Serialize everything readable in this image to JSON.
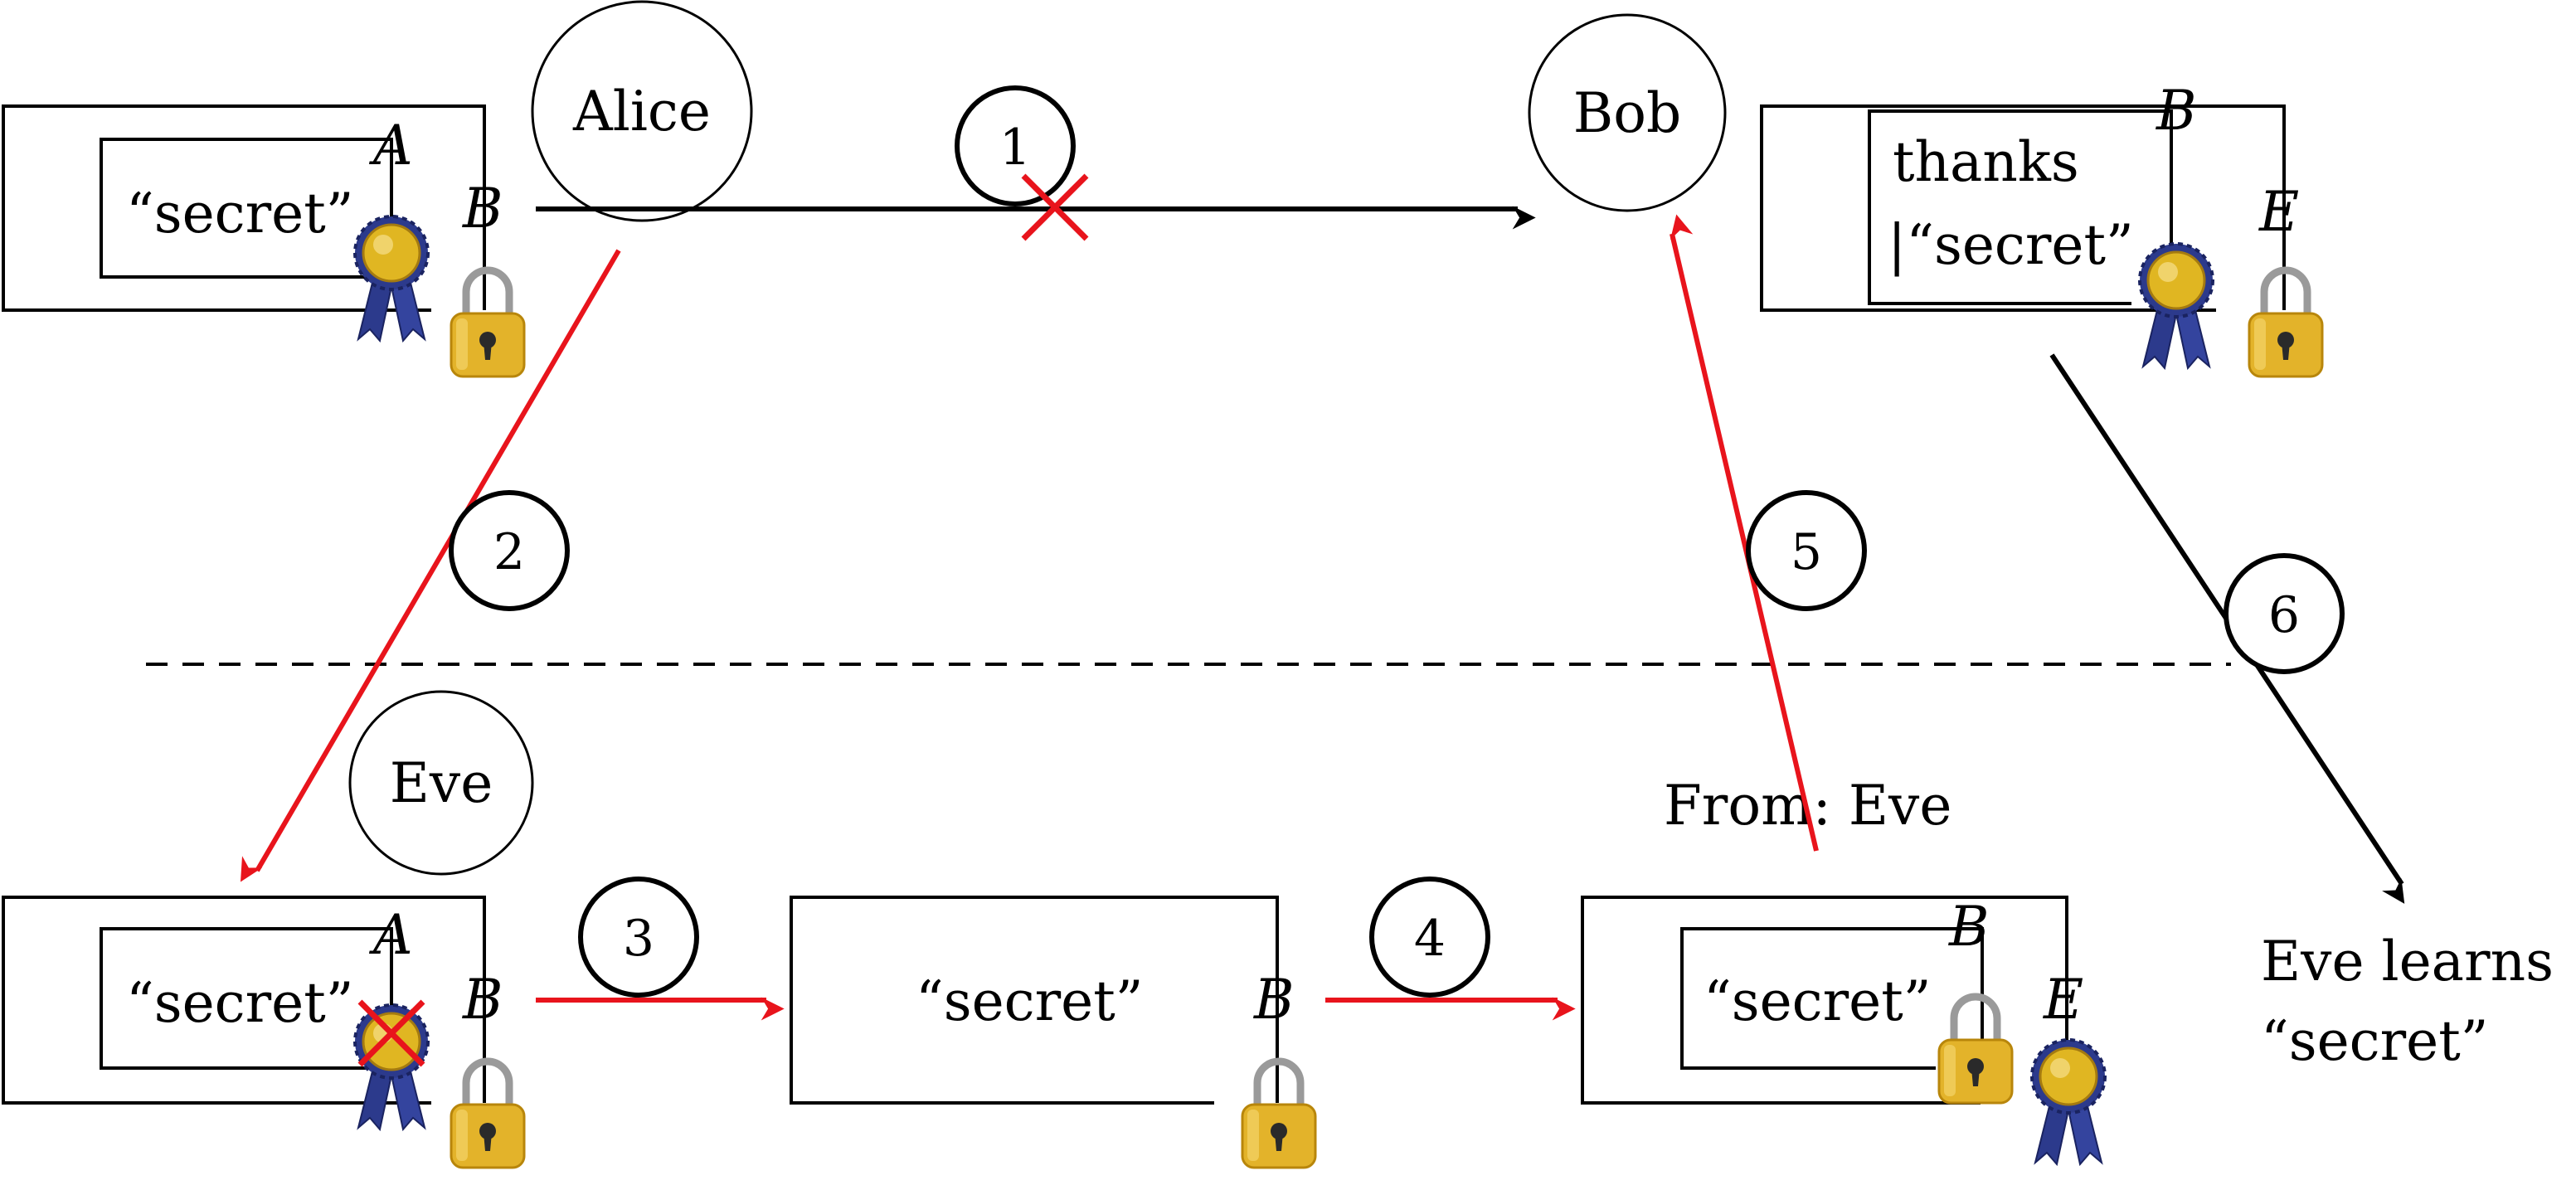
{
  "nodes": {
    "alice": "Alice",
    "bob": "Bob",
    "eve": "Eve"
  },
  "messages": {
    "secret": "“secret”",
    "thanks_line1": "thanks",
    "thanks_line2": "|“secret”"
  },
  "keys": {
    "a": "A",
    "b": "B",
    "e": "E"
  },
  "steps": [
    "1",
    "2",
    "3",
    "4",
    "5",
    "6"
  ],
  "annotations": {
    "from_eve": "From:  Eve",
    "eve_learns_1": "Eve learns",
    "eve_learns_2": "“secret”"
  },
  "colors": {
    "attack": "#e8141c",
    "normal": "#000000",
    "lock": "#e3b32a",
    "seal": "#2c3a8c",
    "medal": "#e0b622"
  },
  "icons": [
    "lock-icon",
    "seal-ribbon-icon",
    "cross-mark-icon"
  ]
}
